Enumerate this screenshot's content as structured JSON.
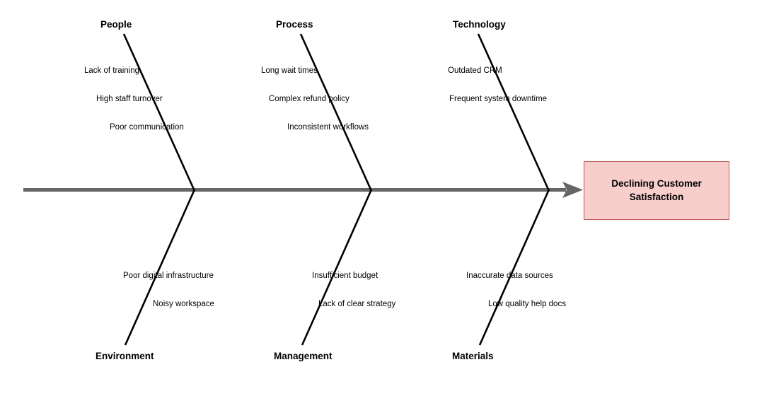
{
  "diagram": {
    "type": "fishbone-ishikawa",
    "effect": {
      "label": "Declining Customer Satisfaction",
      "line1": "Declining Customer",
      "line2": "Satisfaction",
      "fill_color": "#f8cecc",
      "border_color": "#b85450"
    },
    "spine": {
      "color": "#666666",
      "thickness": 5
    },
    "bone_color": "#000000",
    "categories": [
      {
        "label": "People",
        "position": "top",
        "causes": [
          "Lack of training",
          "High staff turnover",
          "Poor communication"
        ]
      },
      {
        "label": "Process",
        "position": "top",
        "causes": [
          "Long wait times",
          "Complex refund policy",
          "Inconsistent workflows"
        ]
      },
      {
        "label": "Technology",
        "position": "top",
        "causes": [
          "Outdated CRM",
          "Frequent system downtime"
        ]
      },
      {
        "label": "Environment",
        "position": "bottom",
        "causes": [
          "Poor digital infrastructure",
          "Noisy workspace"
        ]
      },
      {
        "label": "Management",
        "position": "bottom",
        "causes": [
          "Insufficient budget",
          "Lack of clear strategy"
        ]
      },
      {
        "label": "Materials",
        "position": "bottom",
        "causes": [
          "Inaccurate data sources",
          "Low quality help docs"
        ]
      }
    ]
  }
}
